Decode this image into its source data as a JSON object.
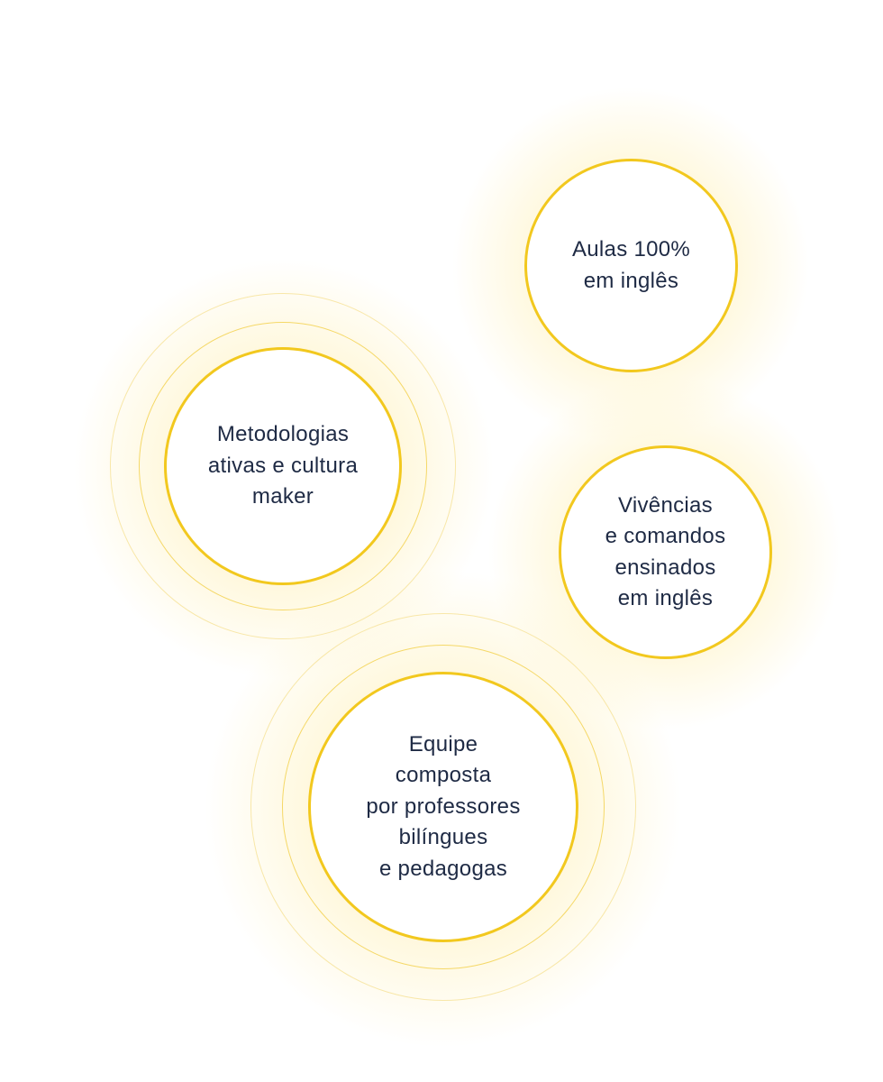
{
  "colors": {
    "accent": "#F2C81E",
    "ring": "#F5D867",
    "ring_faint": "#F8E7A8",
    "glow": "#FFF3C4",
    "text": "#1E2A44"
  },
  "bubbles": [
    {
      "id": "aulas",
      "text": "Aulas 100%\n em inglês"
    },
    {
      "id": "metodologias",
      "text": "Metodologias\nativas e cultura\nmaker"
    },
    {
      "id": "vivencias",
      "text": "Vivências\ne comandos\nensinados\n em inglês"
    },
    {
      "id": "equipe",
      "text": "Equipe\ncomposta\npor professores\nbilíngues\n e pedagogas"
    }
  ]
}
